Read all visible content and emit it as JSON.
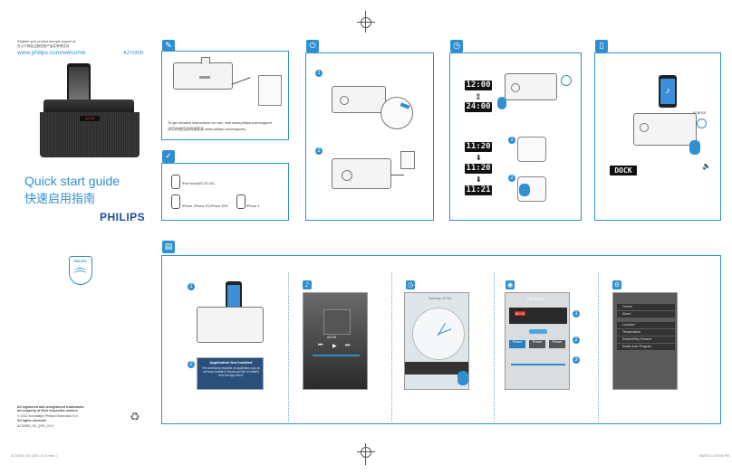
{
  "header": {
    "register_line1": "Register your product and get support at",
    "register_line2": "在以下网址注册您的产品并获得支持",
    "url": "www.philips.com/welcome",
    "model": "AJ7030D"
  },
  "title": {
    "en": "Quick start guide",
    "zh": "快速启用指南"
  },
  "brand": "PHILIPS",
  "shield_brand": "PHILIPS",
  "panel1": {
    "instructions_en": "To get detailed instructions for use, visit www.philips.com/support.",
    "instructions_zh": "详尽的使用说明请登录 www.philips.com/support。"
  },
  "compat": {
    "ipod": "iPod touch(4G,3G,4G)",
    "iphone_models": "iPhone, iPhone 3G,iPhone 3GS",
    "iphone4": "iPhone 4"
  },
  "clock": {
    "t1200": "12:00",
    "t2400": "24:00",
    "t1120a": "11:20",
    "t1120b": "11:20",
    "t1121": "11:21"
  },
  "dock": {
    "lcd": "DOCK",
    "source": "SOURCE"
  },
  "app": {
    "not_installed_title": "Application Not Installed",
    "not_installed_body": "The accessory required an application you do not have installed. Would you like to install it from the App store?",
    "player_time": "00:09",
    "clock_date": "Saturday, 25 Oct",
    "fm_title": "FM Radio",
    "fm_freq": "88.90",
    "preset1": "Preset",
    "preset2": "Preset",
    "preset3": "Preset",
    "settings_items": [
      "Theme",
      "Alarm",
      "Location",
      "Temperature",
      "Rewind/Sky Rewind",
      "Radio Auto Program"
    ]
  },
  "footer": {
    "trademark": "All registered and unregistered trademarks are property of their respective owners.",
    "copyright": "© 2012 Koninklijke Philips Electronics N.V.",
    "rights": "All rights reserved.",
    "code": "AJ7030D_93_QSG_V1.0",
    "file": "AJ7030D_93_QSG_V1.0.indd 1",
    "date": "8/6/2012   4:53:06 PM"
  },
  "colors": {
    "accent": "#2f8fd0",
    "brand_blue": "#1a4d9b"
  }
}
